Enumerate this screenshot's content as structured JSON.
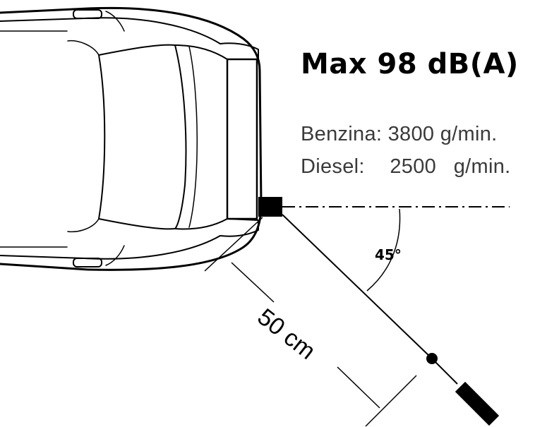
{
  "title": "Max 98 dB(A)",
  "engine_speeds": [
    {
      "fuel": "Benzina:",
      "value": "3800",
      "unit": "g/min."
    },
    {
      "fuel": "Diesel:",
      "value": "2500",
      "unit": "g/min."
    }
  ],
  "angle_label": "45°",
  "distance_label": "50 cm"
}
